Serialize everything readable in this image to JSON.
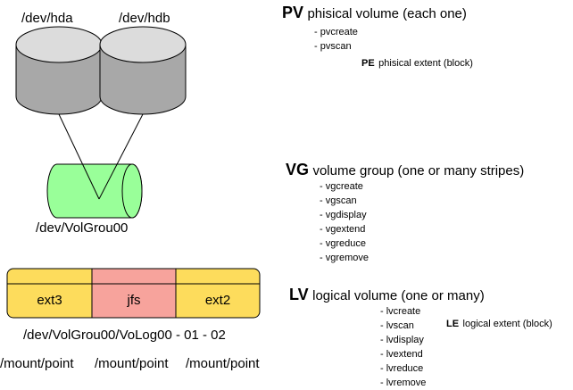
{
  "disks": [
    {
      "label": "/dev/hda"
    },
    {
      "label": "/dev/hdb"
    }
  ],
  "volume_group": {
    "label": "/dev/VolGrou00"
  },
  "partitions": [
    {
      "label": "ext3",
      "color": "#FDDC5C"
    },
    {
      "label": "jfs",
      "color": "#F7A39C"
    },
    {
      "label": "ext2",
      "color": "#FDDC5C"
    }
  ],
  "logical_volume_label": "/dev/VolGrou00/VoLog00 - 01 - 02",
  "mount_points": [
    "/mount/point",
    "/mount/point",
    "/mount/point"
  ],
  "colors": {
    "disk_top": "#DCDCDC",
    "disk_side": "#A8A8A8",
    "vg_fill": "#99FF99"
  },
  "pv": {
    "abbr": "PV",
    "title": "phisical volume (each one)",
    "commands": [
      "- pvcreate",
      "- pvscan"
    ],
    "extent_abbr": "PE",
    "extent_text": "phisical extent (block)"
  },
  "vg": {
    "abbr": "VG",
    "title": "volume group (one or many stripes)",
    "commands": [
      "- vgcreate",
      "- vgscan",
      "- vgdisplay",
      "- vgextend",
      "- vgreduce",
      "- vgremove"
    ]
  },
  "lv": {
    "abbr": "LV",
    "title": "logical volume (one or many)",
    "commands": [
      "- lvcreate",
      "- lvscan",
      "- lvdisplay",
      "- lvextend",
      "- lvreduce",
      "- lvremove"
    ],
    "extent_abbr": "LE",
    "extent_text": "logical extent (block)"
  }
}
